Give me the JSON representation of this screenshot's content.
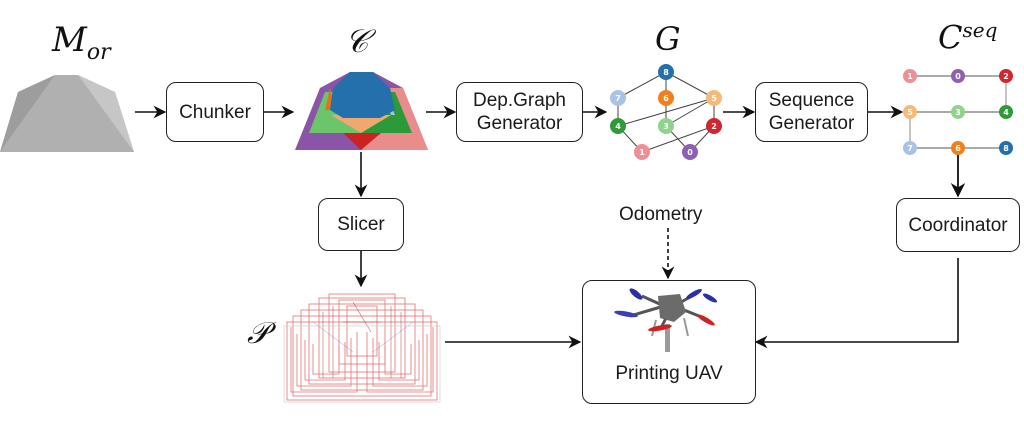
{
  "symbols": {
    "original_model": {
      "main": "M",
      "sub": "or"
    },
    "chunks": "𝒞",
    "graph": "G",
    "sequence": {
      "main": "C",
      "sup": "seq"
    },
    "paths": "𝒫"
  },
  "blocks": {
    "chunker": "Chunker",
    "dep_graph_generator": [
      "Dep.Graph",
      "Generator"
    ],
    "sequence_generator": [
      "Sequence",
      "Generator"
    ],
    "slicer": "Slicer",
    "coordinator": "Coordinator",
    "printing_uav": "Printing UAV"
  },
  "labels": {
    "odometry": "Odometry"
  },
  "colors": {
    "node_0": "#8e5fb5",
    "node_1": "#ee8f95",
    "node_2": "#d0262e",
    "node_3": "#8fd48a",
    "node_4": "#2e9a3a",
    "node_5": "#f5ba78",
    "node_6": "#f27f1e",
    "node_7": "#a9c3e6",
    "node_8": "#2470ad"
  },
  "dependency_graph": {
    "nodes": [
      "0",
      "1",
      "2",
      "3",
      "4",
      "5",
      "6",
      "7",
      "8"
    ],
    "edges": [
      [
        "8",
        "7"
      ],
      [
        "8",
        "6"
      ],
      [
        "8",
        "5"
      ],
      [
        "7",
        "4"
      ],
      [
        "6",
        "3"
      ],
      [
        "5",
        "4"
      ],
      [
        "5",
        "3"
      ],
      [
        "5",
        "2"
      ],
      [
        "4",
        "1"
      ],
      [
        "3",
        "0"
      ],
      [
        "2",
        "1"
      ],
      [
        "2",
        "0"
      ]
    ]
  },
  "sequence": {
    "order": [
      "1",
      "0",
      "2",
      "4",
      "3",
      "5",
      "7",
      "6",
      "8"
    ]
  }
}
